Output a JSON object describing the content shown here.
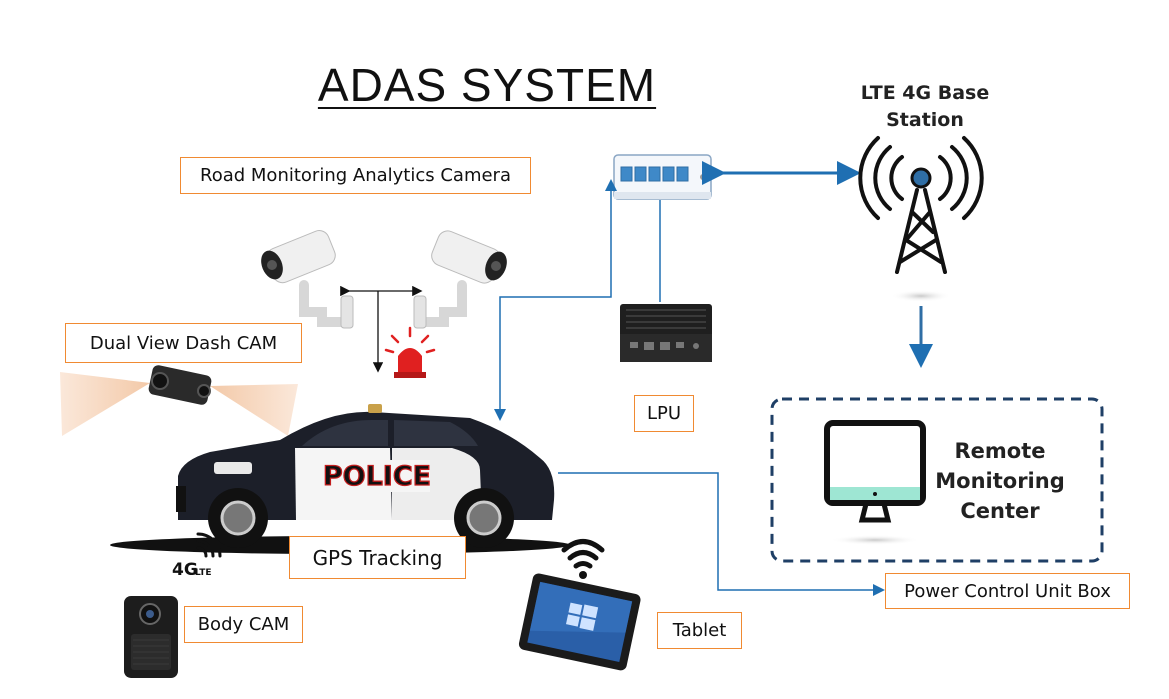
{
  "title": "ADAS SYSTEM",
  "labels": {
    "road_camera": "Road Monitoring Analytics Camera",
    "dash_cam": "Dual View Dash CAM",
    "lpu": "LPU",
    "gps": "GPS Tracking",
    "body_cam": "Body CAM",
    "tablet": "Tablet",
    "power_box": "Power Control Unit Box"
  },
  "base_station": {
    "line1": "LTE 4G Base",
    "line2": "Station"
  },
  "remote_center": {
    "line1": "Remote",
    "line2": "Monitoring",
    "line3": "Center"
  },
  "car_text": "POLICE",
  "lte_badge": "4G",
  "lte_badge_sub": "LTE",
  "colors": {
    "arrow": "#1f6fb2",
    "label_border": "#f08a32",
    "dashed_box": "#1f3f66"
  },
  "icons": [
    "switch-icon",
    "tower-icon",
    "monitor-icon",
    "camera-icon",
    "dashcam-icon",
    "siren-icon",
    "police-car-icon",
    "lpu-icon",
    "bodycam-icon",
    "tablet-icon",
    "wifi-icon",
    "signal-icon"
  ]
}
